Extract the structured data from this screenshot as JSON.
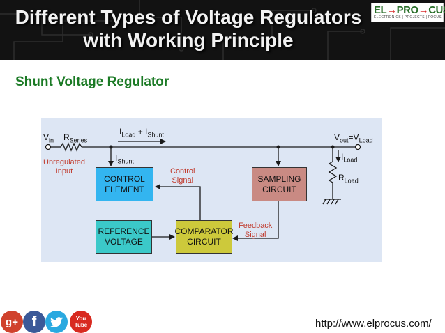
{
  "header": {
    "title_line1": "Different Types of Voltage Regulators",
    "title_line2": "with Working Principle",
    "logo": {
      "left": "EL",
      "middle": "PRO",
      "right": "CUS",
      "tagline": "ELECTRONICS | PROJECTS | FOCUS"
    }
  },
  "subtitle": "Shunt Voltage Regulator",
  "diagram": {
    "blocks": {
      "control_element": "CONTROL\nELEMENT",
      "sampling_circuit": "SAMPLING\nCIRCUIT",
      "reference_voltage": "REFERENCE\nVOLTAGE",
      "comparator_circuit": "COMPARATOR\nCIRCUIT"
    },
    "labels": {
      "vin": "V",
      "vin_sub": "in",
      "rseries": "R",
      "rseries_sub": "Series",
      "iload_plus_ishunt_a": "I",
      "iload_plus_ishunt_a_sub": "Load",
      "iload_plus_ishunt_plus": " + I",
      "iload_plus_ishunt_b_sub": "Shunt",
      "ishunt": "I",
      "ishunt_sub": "Shunt",
      "vout": "V",
      "vout_sub": "out",
      "vout_eq": "=",
      "vload": "V",
      "vload_sub": "Load",
      "iload": "I",
      "iload_sub": "Load",
      "rload": "R",
      "rload_sub": "Load",
      "unregulated_input": "Unregulated\nInput",
      "control_signal": "Control\nSignal",
      "feedback_signal": "Feedback\nSignal"
    },
    "colors": {
      "control_element": "#33b5f0",
      "sampling_circuit": "#c98a83",
      "reference_voltage": "#3bc9c9",
      "comparator_circuit": "#cdc93b",
      "annotation": "#c0392b",
      "background": "#dde6f4"
    }
  },
  "footer": {
    "url": "http://www.elprocus.com/",
    "social": {
      "gplus": "g+",
      "facebook": "f",
      "twitter": "twitter-bird-icon",
      "youtube_top": "You",
      "youtube_bottom": "Tube"
    }
  }
}
